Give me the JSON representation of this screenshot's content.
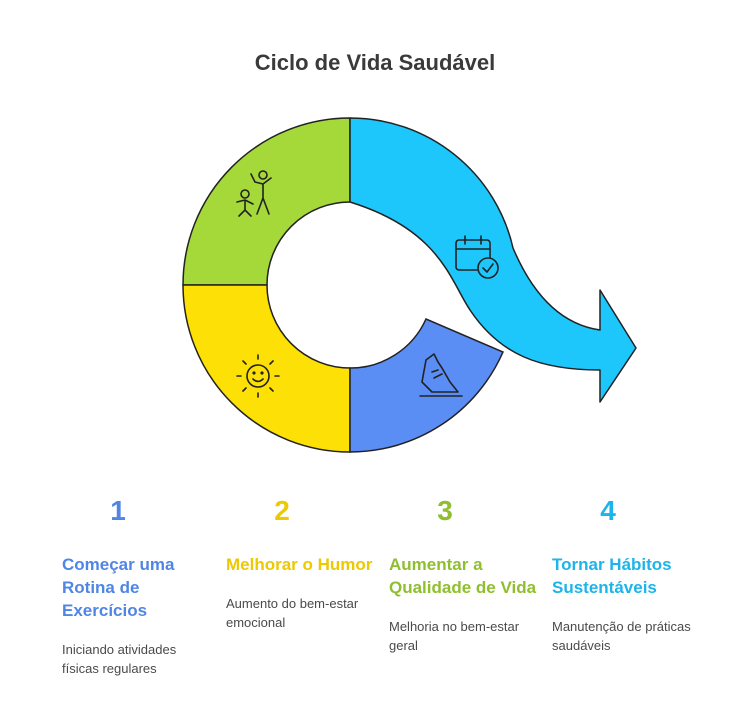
{
  "title": "Ciclo de Vida Saudável",
  "colors": {
    "green": "#a5d93a",
    "yellow": "#fde006",
    "blue": "#5b8ef5",
    "cyan": "#1dc6fb",
    "outline": "#222222"
  },
  "icons": [
    "family-exercise-icon",
    "sun-smile-icon",
    "running-shoe-icon",
    "calendar-check-icon"
  ],
  "steps": [
    {
      "number": "1",
      "title": "Começar uma Rotina de Exercícios",
      "description": "Iniciando atividades físicas regulares",
      "color": "#4f86e6"
    },
    {
      "number": "2",
      "title": "Melhorar o Humor",
      "description": "Aumento do bem-estar emocional",
      "color": "#ecc900"
    },
    {
      "number": "3",
      "title": "Aumentar a Qualidade de Vida",
      "description": "Melhoria no bem-estar geral",
      "color": "#8fbf2f"
    },
    {
      "number": "4",
      "title": "Tornar Hábitos Sustentáveis",
      "description": "Manutenção de práticas saudáveis",
      "color": "#1db4ea"
    }
  ]
}
